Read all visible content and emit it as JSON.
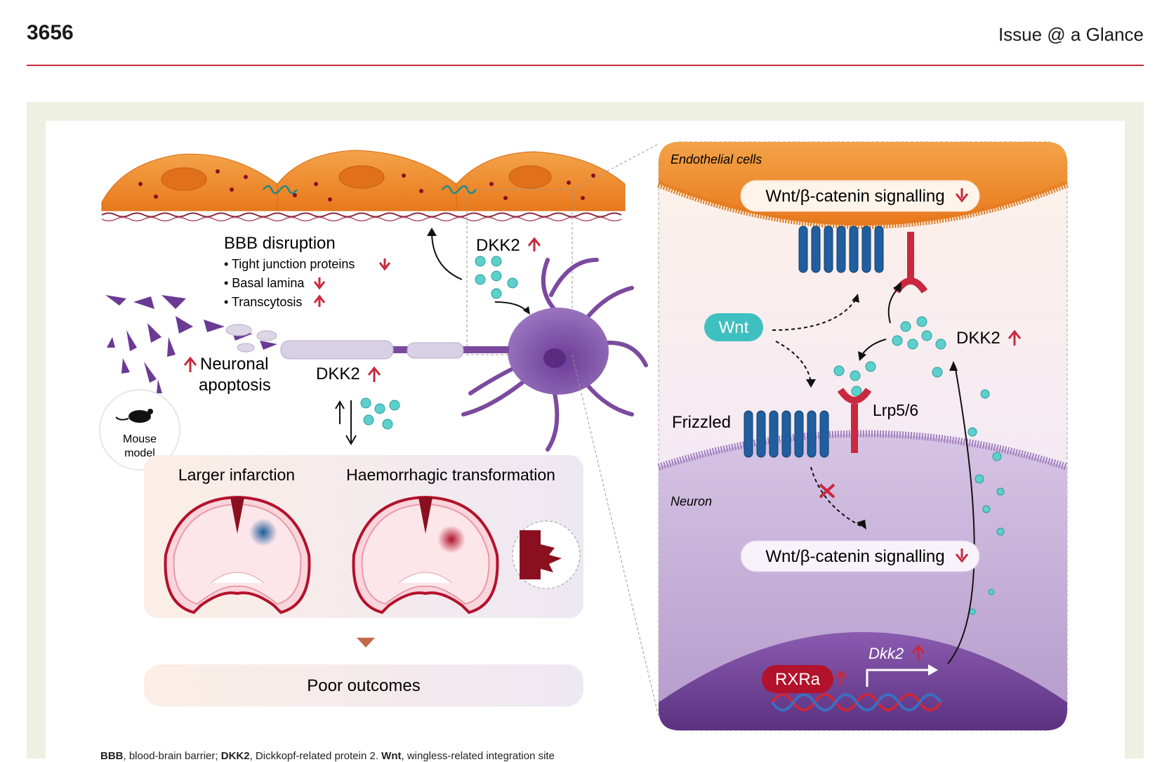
{
  "header": {
    "page_number": "3656",
    "section": "Issue @ a Glance"
  },
  "left": {
    "bbb_title": "BBB disruption",
    "bbb_items": [
      "• Tight junction proteins",
      "• Basal lamina",
      "• Transcytosis"
    ],
    "dkk2_top": "DKK2",
    "dkk2_mid": "DKK2",
    "neuronal_line1": "Neuronal",
    "neuronal_line2": "apoptosis",
    "mouse_line1": "Mouse",
    "mouse_line2": "model",
    "larger_infarction": "Larger infarction",
    "haemorrhagic": "Haemorrhagic transformation",
    "poor_outcomes": "Poor outcomes"
  },
  "right": {
    "endothelial": "Endothelial cells",
    "signal_top": "Wnt/β-catenin signalling",
    "wnt": "Wnt",
    "dkk2": "DKK2",
    "frizzled": "Frizzled",
    "lrp": "Lrp5/6",
    "neuron": "Neuron",
    "signal_bottom": "Wnt/β-catenin signalling",
    "rxra": "RXRa",
    "dkk2_gene": "Dkk2"
  },
  "caption": {
    "bbb_abbr": "BBB",
    "bbb_def": ", blood-brain barrier; ",
    "dkk_abbr": "DKK2",
    "dkk_def": ", Dickkopf-related protein 2. ",
    "wnt_abbr": "Wnt",
    "wnt_def": ", wingless-related integration site"
  },
  "colors": {
    "accent_red": "#c9283e",
    "endothelial_orange": "#f08a2a",
    "neuron_purple": "#7b4a9e",
    "dkk2_teal": "#3fc0c0",
    "frame_bg": "#eef0e2"
  }
}
